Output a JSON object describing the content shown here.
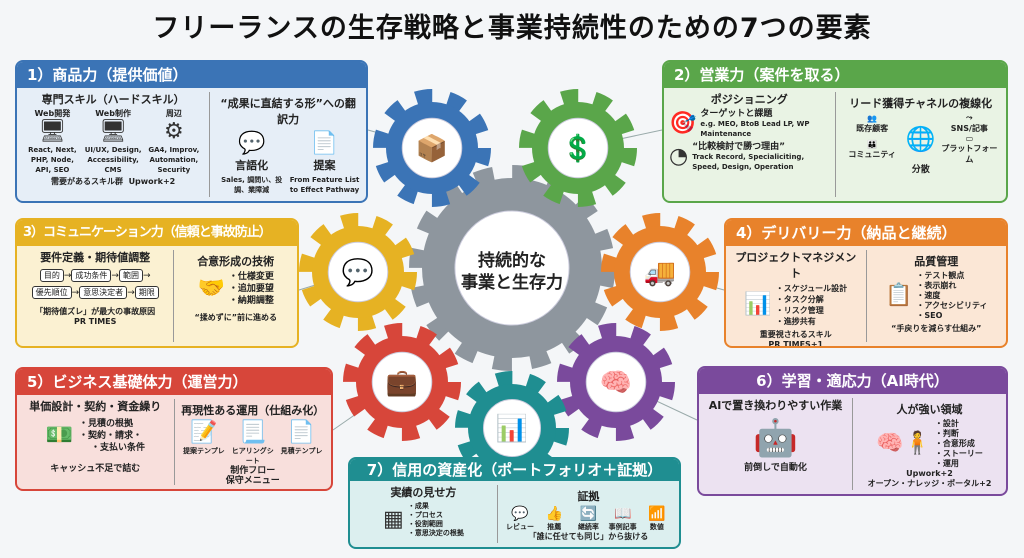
{
  "title": "フリーランスの生存戦略と事業持続性のための7つの要素",
  "center": {
    "line1": "持続的な",
    "line2": "事業と生存力"
  },
  "colors": {
    "blue": "#3b74b6",
    "green": "#5aa64a",
    "yellow": "#e6b223",
    "orange": "#e8822b",
    "red": "#d7463a",
    "purple": "#7a4a9c",
    "teal": "#1f8e91",
    "gray": "#8e969e"
  },
  "b1": {
    "title": "1）商品力（提供価値）",
    "left_title": "専門スキル（ハードスキル）",
    "skills": [
      {
        "name": "Web開発",
        "icon": "code-monitor-icon",
        "desc": "React, Next, PHP, Node, API, SEO"
      },
      {
        "name": "Web制作",
        "icon": "cursor-monitor-icon",
        "desc": "UI/UX, Design, Accessibility, CMS"
      },
      {
        "name": "周辺",
        "icon": "gear-icon",
        "desc": "GA4, Improv, Automation, Security"
      }
    ],
    "left_foot": "需要があるスキル群",
    "left_src": "Upwork+2",
    "right_title": "“成果に直結する形”への翻訳力",
    "items": [
      {
        "name": "言語化",
        "desc": "Sales, 調問い、投調、業障減"
      },
      {
        "name": "提案",
        "desc": "From Feature List to Effect Pathway"
      }
    ]
  },
  "b2": {
    "title": "2）営業力（案件を取る）",
    "left_title": "ポジショニング",
    "target_title": "ターゲットと課題",
    "target_desc": "e.g. MEO, BtoB Lead LP, WP Maintenance",
    "reason_title": "“比較検討で勝つ理由”",
    "reason_desc": "Track Record, Specialiciting, Speed, Design, Operation",
    "right_title": "リード獲得チャネルの複線化",
    "channels": [
      "既存顧客",
      "SNS/記事",
      "コミュニティ",
      "プラットフォーム"
    ],
    "right_foot": "分散"
  },
  "b3": {
    "title": "3）コミュニケーション力（信頼と事故防止）",
    "left_title": "要件定義・期待値調整",
    "flow1": [
      "目的",
      "成功条件",
      "範囲"
    ],
    "flow2": [
      "優先順位",
      "意思決定者",
      "期限"
    ],
    "left_foot": "「期待値ズレ」が最大の事故原因",
    "left_src": "PR TIMES",
    "right_title": "合意形成の技術",
    "bullets": [
      "仕様変更",
      "追加要望",
      "納期調整"
    ],
    "right_foot": "“揉めずに”前に進める"
  },
  "b4": {
    "title": "4）デリバリー力（納品と継続）",
    "left_title": "プロジェクトマネジメント",
    "bullets_l": [
      "スケジュール設計",
      "タスク分解",
      "リスク管理",
      "進捗共有"
    ],
    "left_foot": "重要視されるスキル",
    "left_src": "PR TIMES+1",
    "right_title": "品質管理",
    "bullets_r": [
      "テスト観点",
      "表示崩れ",
      "速度",
      "アクセシビリティ",
      "SEO"
    ],
    "right_foot": "“手戻りを減らす仕組み”"
  },
  "b5": {
    "title": "5）ビジネス基礎体力（運営力）",
    "left_title": "単価設計・契約・資金繰り",
    "bullets": [
      "見積の根拠",
      "契約・請求・",
      "支払い条件"
    ],
    "left_foot": "キャッシュ不足で詰む",
    "right_title": "再現性ある運用（仕組み化）",
    "docs": [
      "提案テンプレ",
      "ヒアリングシート",
      "見積テンプレ"
    ],
    "right_foot1": "制作フロー",
    "right_foot2": "保守メニュー"
  },
  "b6": {
    "title": "6）学習・適応力（AI時代）",
    "left_title": "AIで置き換わりやすい作業",
    "left_foot": "前倒しで自動化",
    "right_title": "人が強い領域",
    "bullets": [
      "設計",
      "判断",
      "合意形成",
      "ストーリー",
      "運用"
    ],
    "src1": "Upwork+2",
    "src2": "オープン・ナレッジ・ポータル+2"
  },
  "b7": {
    "title": "7）信用の資産化（ポートフォリオ＋証拠）",
    "left_title": "実績の見せ方",
    "bullets": [
      "成果",
      "プロセス",
      "役割範囲",
      "意思決定の根拠"
    ],
    "right_title": "証拠",
    "evidence": [
      "レビュー",
      "推薦",
      "継続率",
      "事例記事",
      "数値"
    ],
    "right_foot": "「誰に任せても同じ」から抜ける"
  }
}
